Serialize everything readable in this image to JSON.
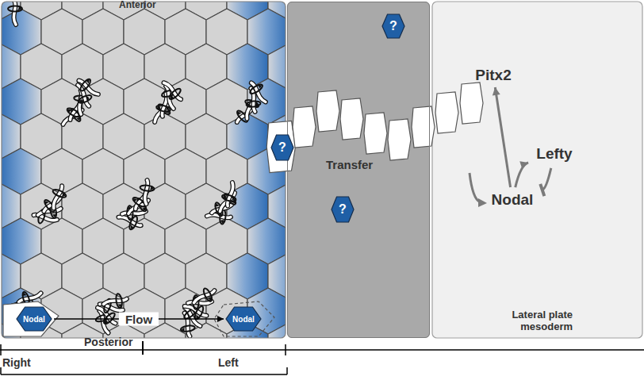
{
  "diagram": {
    "nodes": [
      {
        "text": [
          "Transfer"
        ]
      },
      {
        "text": [
          "?"
        ],
        "in": 0
      },
      {
        "text": [
          "?"
        ],
        "in": 0
      },
      {
        "text": [
          "?"
        ],
        "in": 0
      },
      {
        "text": [
          "Pitx2"
        ]
      },
      {
        "text": [
          "Lefty"
        ]
      },
      {
        "text": [
          "Nodal"
        ]
      },
      {
        "text": [
          "Nodal"
        ]
      },
      {
        "text": [
          "Nodal"
        ]
      }
    ],
    "edges": [
      {
        "from": 6,
        "to": 4,
        "arrow": "to"
      },
      {
        "from": 6,
        "to": 5,
        "arrow": "to"
      },
      {
        "from": 5,
        "to": 6,
        "arrow": "to"
      },
      {
        "from": 7,
        "to": 8,
        "label": "Flow",
        "arrow": "to"
      }
    ],
    "labels": [
      "Anterior",
      "Lateral plate mesoderm",
      "Right",
      "Posterior",
      "Left"
    ]
  }
}
